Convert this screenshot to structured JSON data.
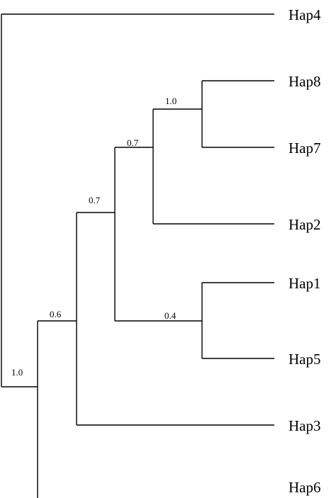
{
  "tree": {
    "leaves": [
      {
        "id": "hap4",
        "label": "Hap4"
      },
      {
        "id": "hap8",
        "label": "Hap8"
      },
      {
        "id": "hap7",
        "label": "Hap7"
      },
      {
        "id": "hap2",
        "label": "Hap2"
      },
      {
        "id": "hap1",
        "label": "Hap1"
      },
      {
        "id": "hap5",
        "label": "Hap5"
      },
      {
        "id": "hap3",
        "label": "Hap3"
      },
      {
        "id": "hap6",
        "label": "Hap6"
      }
    ],
    "supports": {
      "root": "1.0",
      "hap6_sister": "0.6",
      "hap3_sister": "0.7",
      "hap2_hap7_hap8": "0.7",
      "hap7_hap8": "1.0",
      "hap1_hap5": "0.4"
    },
    "colors": {
      "line": "#000000",
      "text": "#000000",
      "background": "#ffffff"
    }
  }
}
